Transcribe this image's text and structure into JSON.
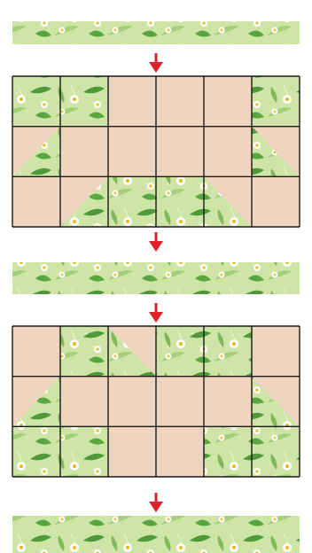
{
  "colors": {
    "background": "#ffffff",
    "arrow": "#e0202a",
    "grid_line": "#1a1a1a",
    "tile_background": "#efd5bf",
    "leaf_light": "#cfe5a8",
    "leaf_mid": "#a6cf79",
    "leaf_dark": "#4e9a38",
    "flower_petal": "#ffffff",
    "flower_center": "#f2b71c"
  },
  "icons": [
    "down-arrow-icon",
    "flower-icon",
    "leaf-icon"
  ],
  "diagram": {
    "steps": [
      {
        "kind": "strip",
        "name": "floral-strip-1"
      },
      {
        "kind": "grid",
        "name": "quilt-block-1",
        "rows": 3,
        "cols": 6,
        "pattern": [
          [
            1,
            1,
            0,
            0,
            0,
            1
          ],
          [
            2,
            0,
            0,
            0,
            0,
            2
          ],
          [
            0,
            2,
            1,
            1,
            2,
            0
          ]
        ]
      },
      {
        "kind": "strip",
        "name": "floral-strip-2"
      },
      {
        "kind": "grid",
        "name": "quilt-block-2",
        "rows": 3,
        "cols": 6,
        "pattern": [
          [
            0,
            1,
            2,
            1,
            1,
            0
          ],
          [
            2,
            0,
            0,
            0,
            0,
            2
          ],
          [
            1,
            1,
            0,
            0,
            1,
            1
          ]
        ]
      },
      {
        "kind": "strip",
        "name": "floral-strip-3"
      }
    ],
    "arrow_count": 4
  }
}
